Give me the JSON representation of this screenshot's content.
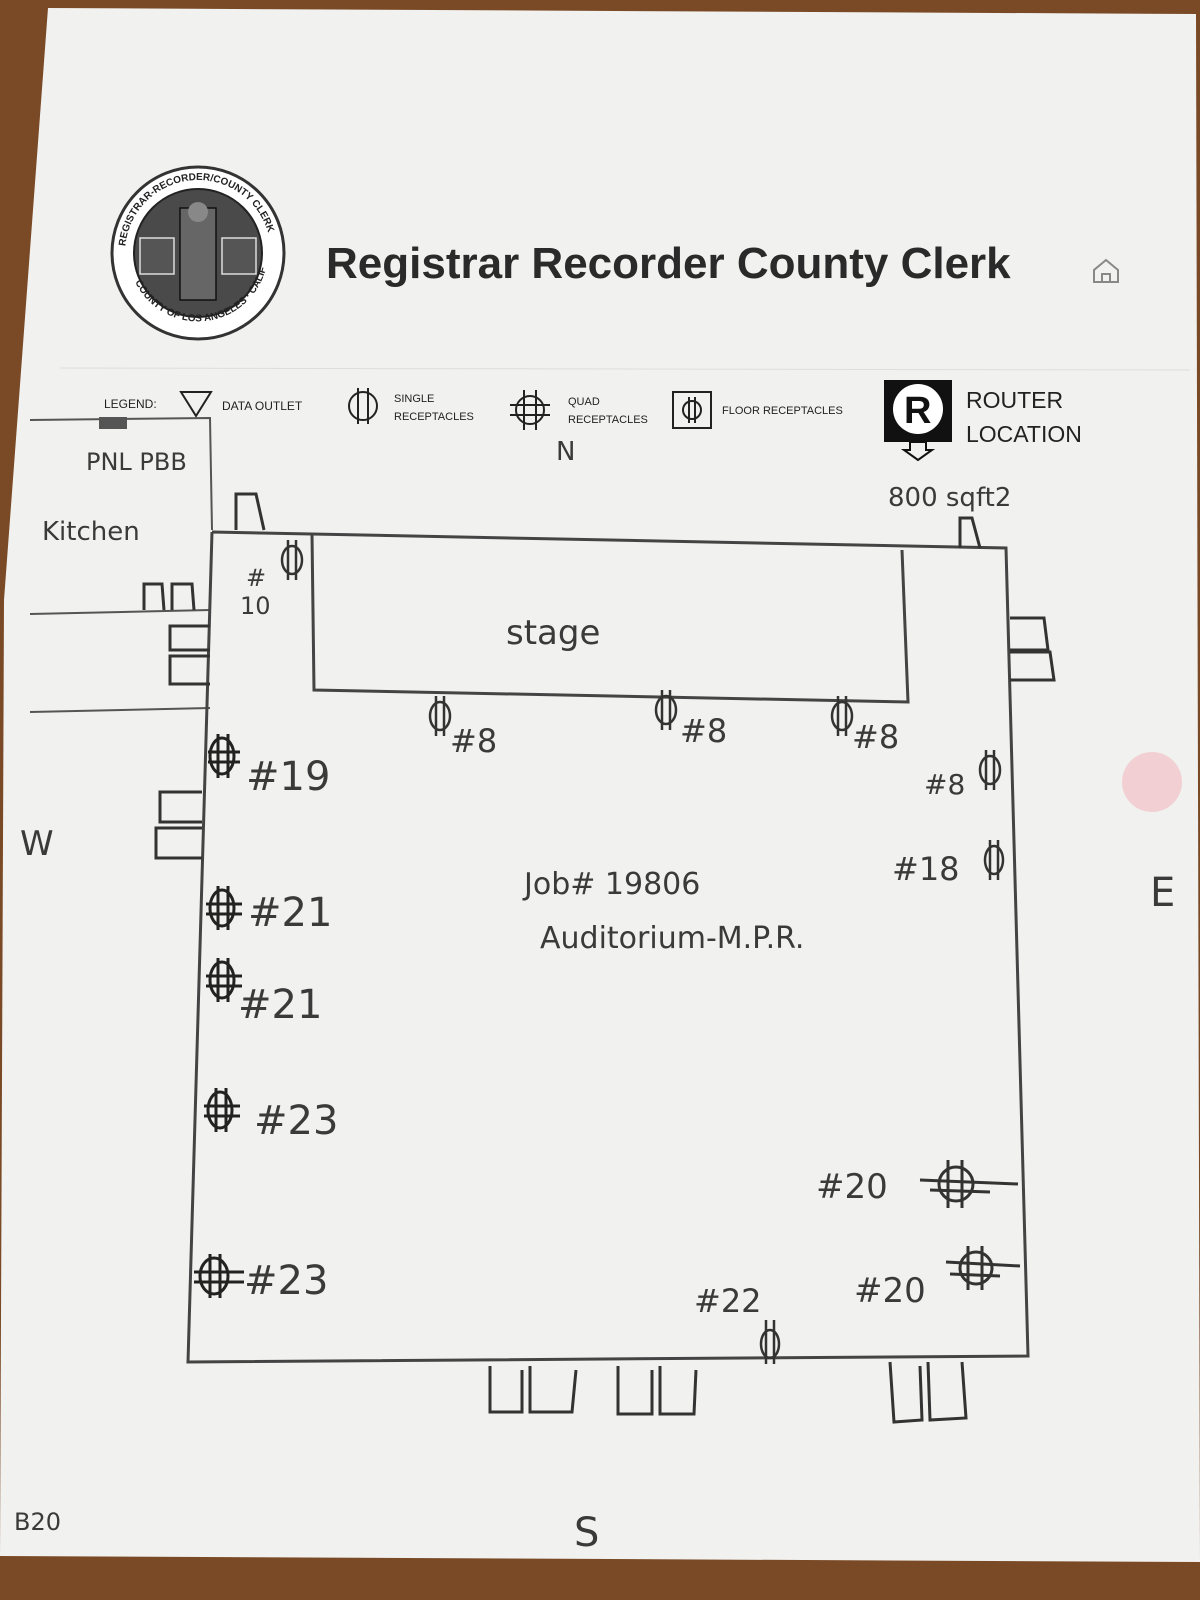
{
  "header": {
    "title": "Registrar Recorder County Clerk",
    "seal_text": "REGISTRAR-RECORDER/COUNTY CLERK · COUNTY OF LOS ANGELES · CALIFORNIA",
    "home_icon": "home-icon"
  },
  "legend": {
    "label": "LEGEND:",
    "data_outlet": "DATA OUTLET",
    "single_1": "SINGLE",
    "single_2": "RECEPTACLES",
    "quad_1": "QUAD",
    "quad_2": "RECEPTACLES",
    "floor": "FLOOR RECEPTACLES",
    "router_symbol": "R",
    "router_1": "ROUTER",
    "router_2": "LOCATION"
  },
  "plan": {
    "room_label_1": "Job# 19806",
    "room_label_2": "Auditorium-M.P.R.",
    "area": "800 sqft2",
    "stage": "stage",
    "adjacent_1": "PNL PBB",
    "adjacent_2": "Kitchen",
    "compass": {
      "north": "N",
      "south": "S",
      "east": "E",
      "west": "W"
    },
    "corner_note": "B20",
    "left_ten": "10",
    "labels": {
      "p10": "#",
      "s8a": "#8",
      "s8b": "#8",
      "s8c": "#8",
      "e8": "#8",
      "e18": "#18",
      "w19": "#19",
      "w21a": "#21",
      "w21b": "#21",
      "w23a": "#23",
      "w23b": "#23",
      "e20a": "#20",
      "e20b": "#20",
      "s22": "#22"
    }
  }
}
